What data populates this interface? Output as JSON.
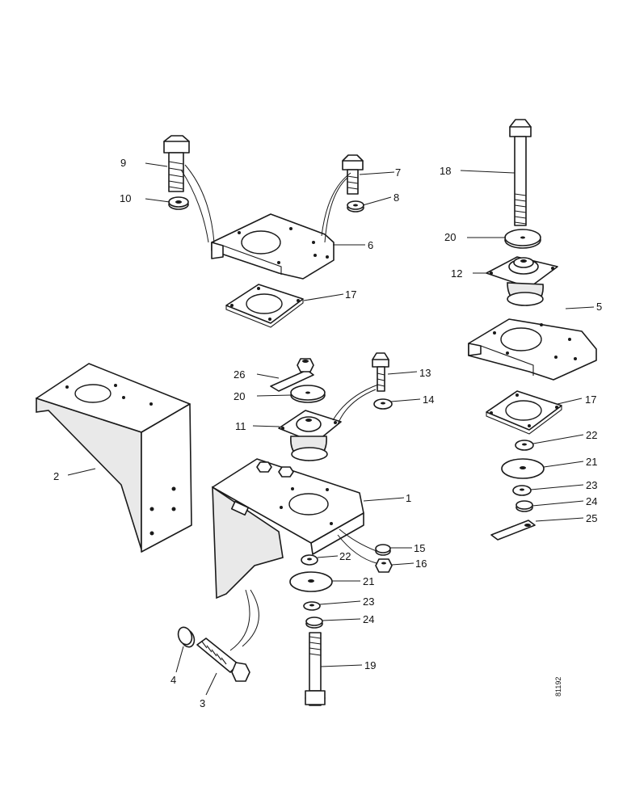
{
  "labels": {
    "l1": "1",
    "l2": "2",
    "l3": "3",
    "l4": "4",
    "l5": "5",
    "l6": "6",
    "l7": "7",
    "l8": "8",
    "l9": "9",
    "l10": "10",
    "l11": "11",
    "l12": "12",
    "l13": "13",
    "l14": "14",
    "l15": "15",
    "l16": "16",
    "l17a": "17",
    "l17b": "17",
    "l18": "18",
    "l19": "19",
    "l20a": "20",
    "l20b": "20",
    "l21a": "21",
    "l21b": "21",
    "l22a": "22",
    "l22b": "22",
    "l23a": "23",
    "l23b": "23",
    "l24a": "24",
    "l24b": "24",
    "l25": "25",
    "l26": "26"
  },
  "reference": "81192"
}
